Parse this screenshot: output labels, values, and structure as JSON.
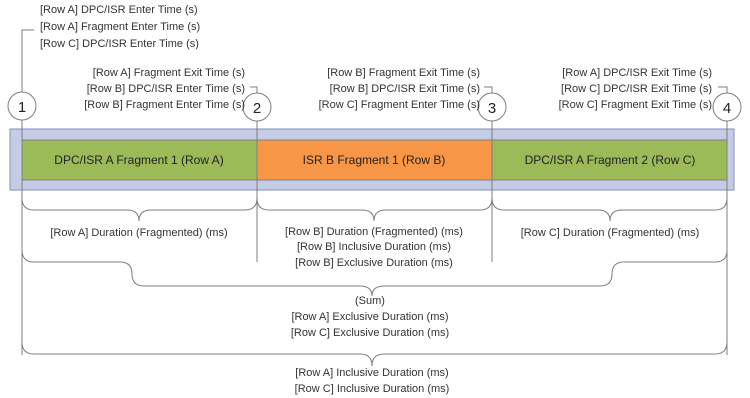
{
  "top_labels": [
    "[Row A] DPC/ISR Enter Time (s)",
    "[Row A] Fragment Enter Time (s)",
    "[Row C] DPC/ISR Enter Time (s)"
  ],
  "marker2_labels": [
    "[Row A] Fragment Exit Time (s)",
    "[Row B] DPC/ISR Enter Time (s)",
    "[Row B] Fragment Enter Time (s)"
  ],
  "marker3_labels": [
    "[Row B] Fragment Exit Time (s)",
    "[Row B] DPC/ISR Exit Time (s)",
    "[Row C] Fragment Enter Time (s)"
  ],
  "marker4_labels": [
    "[Row A] DPC/ISR Exit Time (s)",
    "[Row C] DPC/ISR Exit Time (s)",
    "[Row C] Fragment Exit Time (s)"
  ],
  "markers": [
    "1",
    "2",
    "3",
    "4"
  ],
  "fragments": [
    {
      "label": "DPC/ISR A Fragment 1 (Row A)",
      "color": "#9bbb59"
    },
    {
      "label": "ISR B Fragment 1 (Row B)",
      "color": "#f79646"
    },
    {
      "label": "DPC/ISR A Fragment 2 (Row C)",
      "color": "#9bbb59"
    }
  ],
  "band_color": "#c5cce6",
  "row_a_duration": "[Row A] Duration (Fragmented) (ms)",
  "row_b_labels": [
    "[Row B] Duration (Fragmented) (ms)",
    "[Row B] Inclusive Duration (ms)",
    "[Row B] Exclusive Duration (ms)"
  ],
  "row_c_duration": "[Row C] Duration (Fragmented) (ms)",
  "sum_labels": [
    "(Sum)",
    "[Row A] Exclusive Duration (ms)",
    "[Row C] Exclusive Duration (ms)"
  ],
  "inclusive_labels": [
    "[Row A] Inclusive Duration (ms)",
    "[Row C] Inclusive Duration (ms)"
  ]
}
